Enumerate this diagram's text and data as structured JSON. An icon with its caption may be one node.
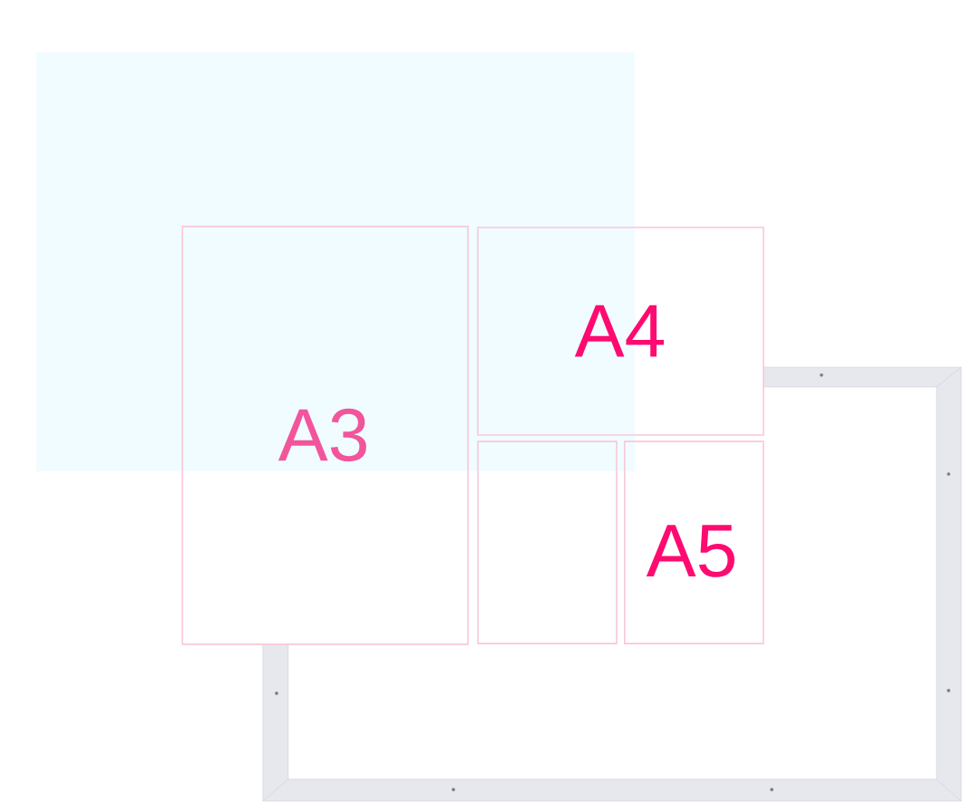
{
  "diagram": {
    "nodes": [
      {
        "text": [
          "A3"
        ]
      },
      {
        "text": [
          "A4"
        ]
      },
      {
        "text": [],
        "shape": "box"
      },
      {
        "text": [
          "A5"
        ]
      }
    ]
  }
}
